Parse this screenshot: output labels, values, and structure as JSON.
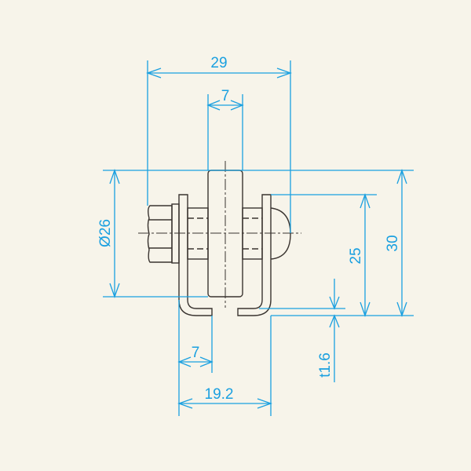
{
  "drawing": {
    "background": "#f7f4ea",
    "dimension_color": "#1aa0e0",
    "part_color": "#3a3430",
    "dimensions": {
      "overall_width": "29",
      "wheel_width": "7",
      "wheel_diameter": "Ø26",
      "bracket_height": "25",
      "overall_height": "30",
      "flange_width": "7",
      "base_width": "19.2",
      "thickness": "t1.6"
    }
  }
}
